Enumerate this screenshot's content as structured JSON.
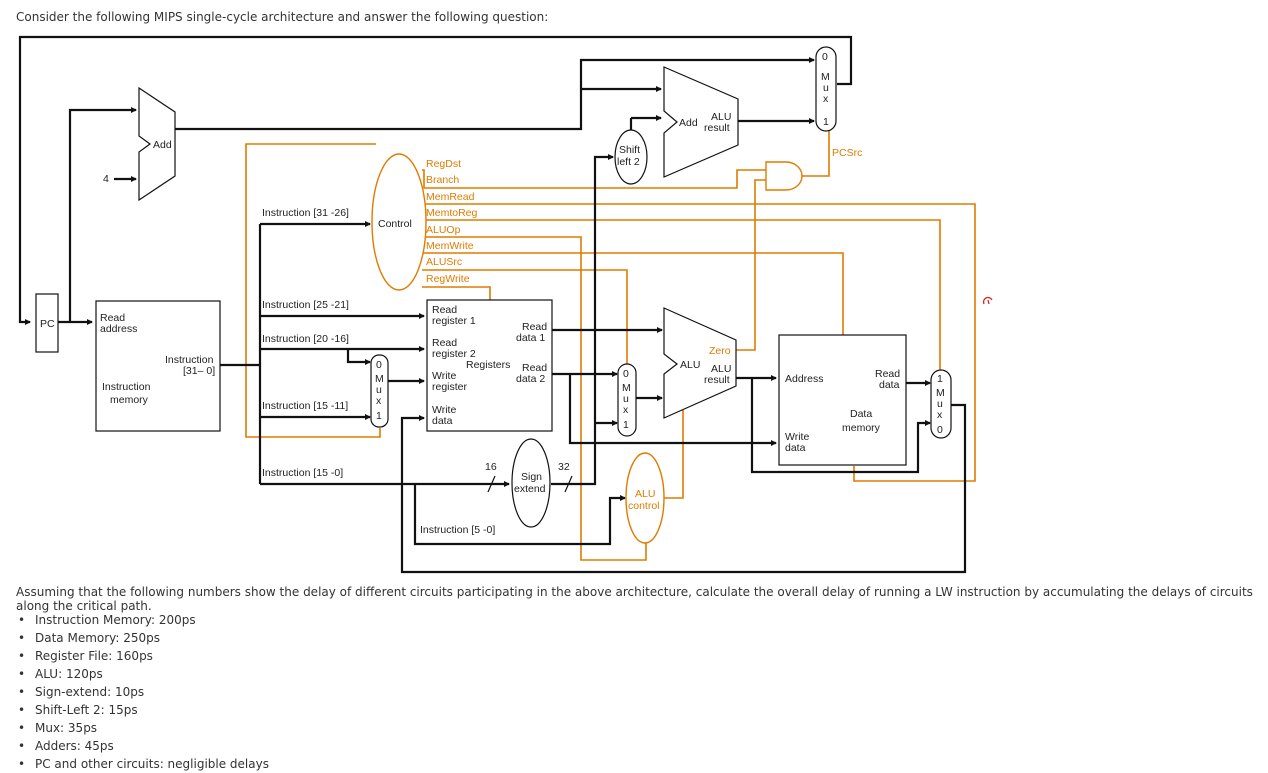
{
  "question": "Consider the following MIPS single-cycle architecture and answer the following question:",
  "diagram": {
    "pc": "PC",
    "four": "4",
    "add_top": "Add",
    "add_branch": "Add",
    "alu_result_top_1": "ALU",
    "alu_result_top_2": "result",
    "shift_1": "Shift",
    "shift_2": "left 2",
    "pcsrc": "PCSrc",
    "mux_top": [
      "0",
      "M",
      "u",
      "x",
      "1"
    ],
    "control": "Control",
    "control_signals": [
      "RegDst",
      "Branch",
      "MemRead",
      "MemtoReg",
      "ALUOp",
      "MemWrite",
      "ALUSrc",
      "RegWrite"
    ],
    "instr_mem_read_1": "Read",
    "instr_mem_read_2": "address",
    "instr_mem_instr_1": "Instruction",
    "instr_mem_instr_2": "[31– 0]",
    "instr_mem_name_1": "Instruction",
    "instr_mem_name_2": "memory",
    "instr_fields": [
      "Instruction [31 -26]",
      "Instruction [25 -21]",
      "Instruction [20 -16]",
      "Instruction [15 -11]",
      "Instruction [15 -0]",
      "Instruction [5 -0]"
    ],
    "mux_reg": [
      "0",
      "M",
      "u",
      "x",
      "1"
    ],
    "reg": {
      "read_reg1_1": "Read",
      "read_reg1_2": "register 1",
      "read_reg2_1": "Read",
      "read_reg2_2": "register 2",
      "write_reg_1": "Write",
      "write_reg_2": "register",
      "write_data_1": "Write",
      "write_data_2": "data",
      "read_data1_1": "Read",
      "read_data1_2": "data 1",
      "read_data2_1": "Read",
      "read_data2_2": "data 2",
      "name": "Registers"
    },
    "sign_1": "Sign",
    "sign_2": "extend",
    "bits_16": "16",
    "bits_32": "32",
    "mux_alu": [
      "0",
      "M",
      "u",
      "x",
      "1"
    ],
    "alu": "ALU",
    "zero": "Zero",
    "alu_result_1": "ALU",
    "alu_result_2": "result",
    "alu_control_1": "ALU",
    "alu_control_2": "control",
    "dm": {
      "address": "Address",
      "read_1": "Read",
      "read_2": "data",
      "write_1": "Write",
      "write_2": "data",
      "name_1": "Data",
      "name_2": "memory"
    },
    "mux_mem": [
      "1",
      "M",
      "u",
      "x",
      "0"
    ]
  },
  "assumption": "Assuming that the following numbers show the delay of different circuits participating in the above architecture, calculate the overall delay of running a LW instruction by accumulating the delays of circuits along the critical path.",
  "delays": [
    "Instruction Memory: 200ps",
    "Data Memory: 250ps",
    "Register File: 160ps",
    "ALU: 120ps",
    "Sign-extend: 10ps",
    "Shift-Left 2: 15ps",
    "Mux: 35ps",
    "Adders: 45ps",
    "PC and other circuits: negligible delays"
  ],
  "colors": {
    "control": "#e07b00",
    "datapath": "#111111",
    "text": "#333333"
  }
}
